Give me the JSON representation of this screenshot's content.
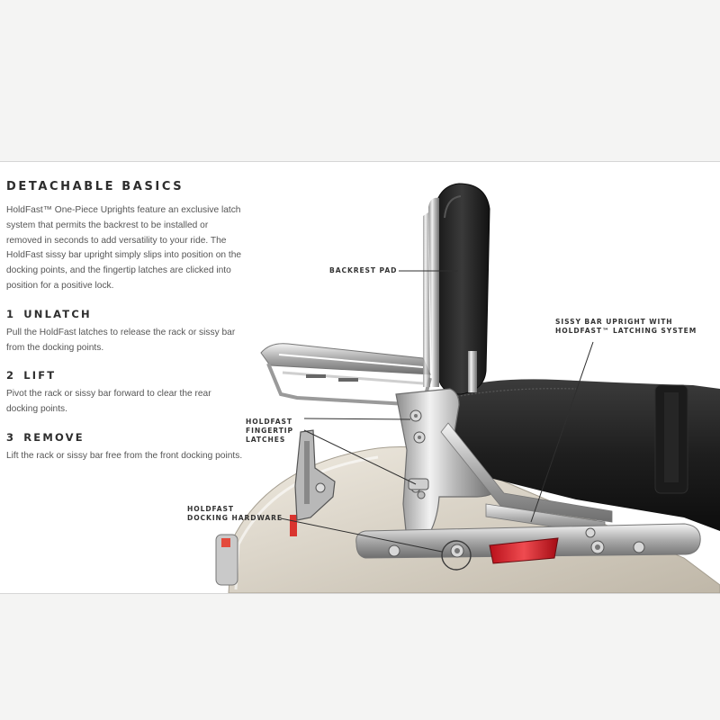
{
  "section": {
    "title": "DETACHABLE BASICS",
    "intro": "HoldFast™ One-Piece Uprights feature an exclusive latch system that permits the backrest to be installed or removed in seconds to add versatility to your ride. The HoldFast sissy bar upright simply slips into position on the docking points, and the fingertip latches are clicked into position for a positive lock."
  },
  "steps": [
    {
      "number": "1",
      "title": "UNLATCH",
      "body": "Pull the HoldFast latches to release the rack or sissy bar from the docking points."
    },
    {
      "number": "2",
      "title": "LIFT",
      "body": "Pivot the rack or sissy bar forward to clear the rear docking points."
    },
    {
      "number": "3",
      "title": "REMOVE",
      "body": "Lift the rack or sissy bar free from the front docking points."
    }
  ],
  "callouts": {
    "backrest_pad": "BACKREST PAD",
    "upright_line1": "SISSY BAR UPRIGHT WITH",
    "upright_line2": "HOLDFAST™ LATCHING SYSTEM",
    "latches_line1": "HOLDFAST",
    "latches_line2": "FINGERTIP",
    "latches_line3": "LATCHES",
    "docking_line1": "HOLDFAST",
    "docking_line2": "DOCKING HARDWARE"
  }
}
